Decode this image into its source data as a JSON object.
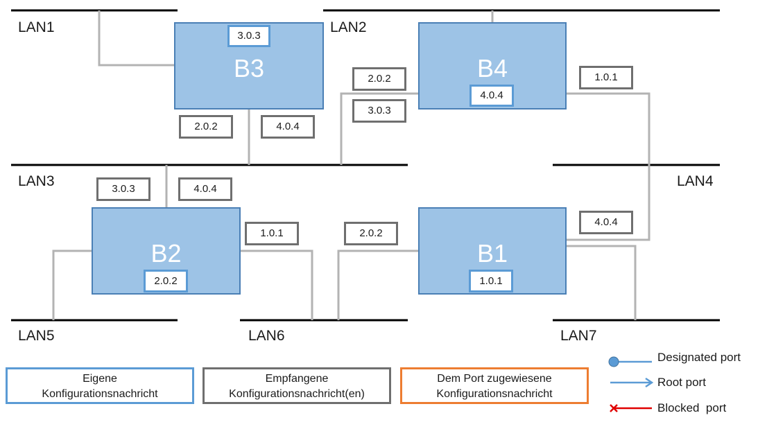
{
  "lans": {
    "lan1": "LAN1",
    "lan2": "LAN2",
    "lan3": "LAN3",
    "lan4": "LAN4",
    "lan5": "LAN5",
    "lan6": "LAN6",
    "lan7": "LAN7"
  },
  "bridges": {
    "b1": {
      "name": "B1",
      "own": "1.0.1"
    },
    "b2": {
      "name": "B2",
      "own": "2.0.2"
    },
    "b3": {
      "name": "B3",
      "own": "3.0.3"
    },
    "b4": {
      "name": "B4",
      "own": "4.0.4"
    }
  },
  "received": {
    "b3_left": "2.0.2",
    "b3_right": "4.0.4",
    "b4_top": "2.0.2",
    "b4_bottom": "3.0.3",
    "b4_right": "1.0.1",
    "b2_left": "3.0.3",
    "b2_right": "4.0.4",
    "b2_side": "1.0.1",
    "b1_left": "2.0.2",
    "b1_right": "4.0.4"
  },
  "legend": {
    "own_line1": "Eigene",
    "own_line2": "Konfigurationsnachricht",
    "recv_line1": "Empfangene",
    "recv_line2": "Konfigurationsnachricht(en)",
    "assigned_line1": "Dem Port zugewiesene",
    "assigned_line2": "Konfigurationsnachricht",
    "designated": "Designated port",
    "root": "Root port",
    "blocked": "Blocked  port"
  },
  "colors": {
    "bridge_fill": "#9dc3e6",
    "own_border": "#5b9bd5",
    "received_border": "#6f6f6f",
    "assigned_border": "#ed7d31",
    "designated": "#5b9bd5",
    "root": "#5b9bd5",
    "blocked": "#e00000"
  }
}
